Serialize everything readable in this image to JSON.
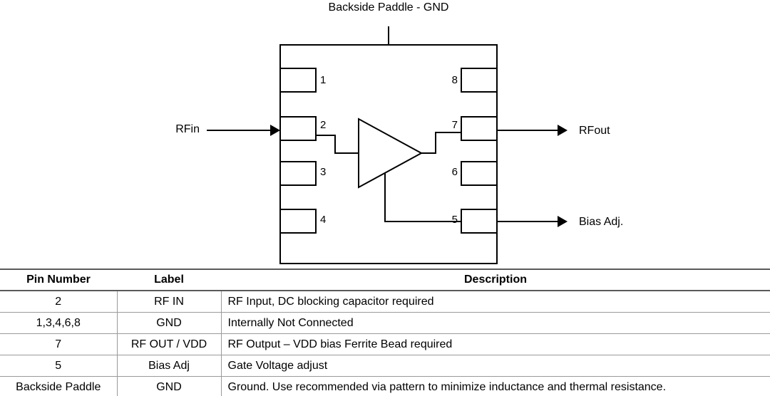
{
  "diagram": {
    "top_label": "Backside Paddle - GND",
    "rfin_label": "RFin",
    "rfout_label": "RFout",
    "bias_label": "Bias Adj.",
    "pins": {
      "p1": "1",
      "p2": "2",
      "p3": "3",
      "p4": "4",
      "p5": "5",
      "p6": "6",
      "p7": "7",
      "p8": "8"
    }
  },
  "table": {
    "headers": {
      "pin": "Pin Number",
      "label": "Label",
      "description": "Description"
    },
    "rows": [
      {
        "pin": "2",
        "label": "RF IN",
        "description": "RF Input, DC blocking capacitor required"
      },
      {
        "pin": "1,3,4,6,8",
        "label": "GND",
        "description": "Internally Not Connected"
      },
      {
        "pin": "7",
        "label": "RF OUT / VDD",
        "description": "RF Output – VDD bias Ferrite Bead required"
      },
      {
        "pin": "5",
        "label": "Bias Adj",
        "description": "Gate Voltage adjust"
      },
      {
        "pin": "Backside Paddle",
        "label": "GND",
        "description": "Ground.  Use recommended via pattern to minimize inductance and thermal resistance."
      }
    ]
  }
}
